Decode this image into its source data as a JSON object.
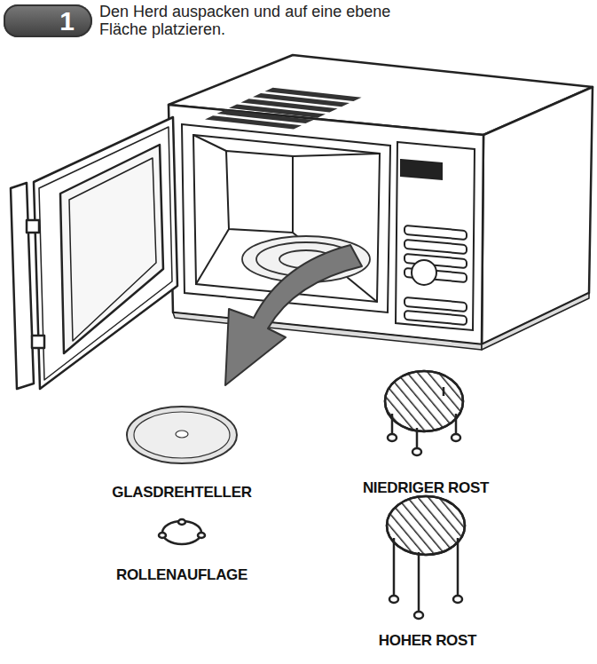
{
  "diagram": {
    "title": "Den Herd auspacken und auf eine ebene Fläche platzieren.",
    "nodes": [
      {
        "text": [
          "1"
        ]
      }
    ],
    "labels": [
      "GLASDREHTELLER",
      "ROLLENAUFLAGE",
      "NIEDRIGER ROST",
      "HOHER ROST"
    ]
  }
}
